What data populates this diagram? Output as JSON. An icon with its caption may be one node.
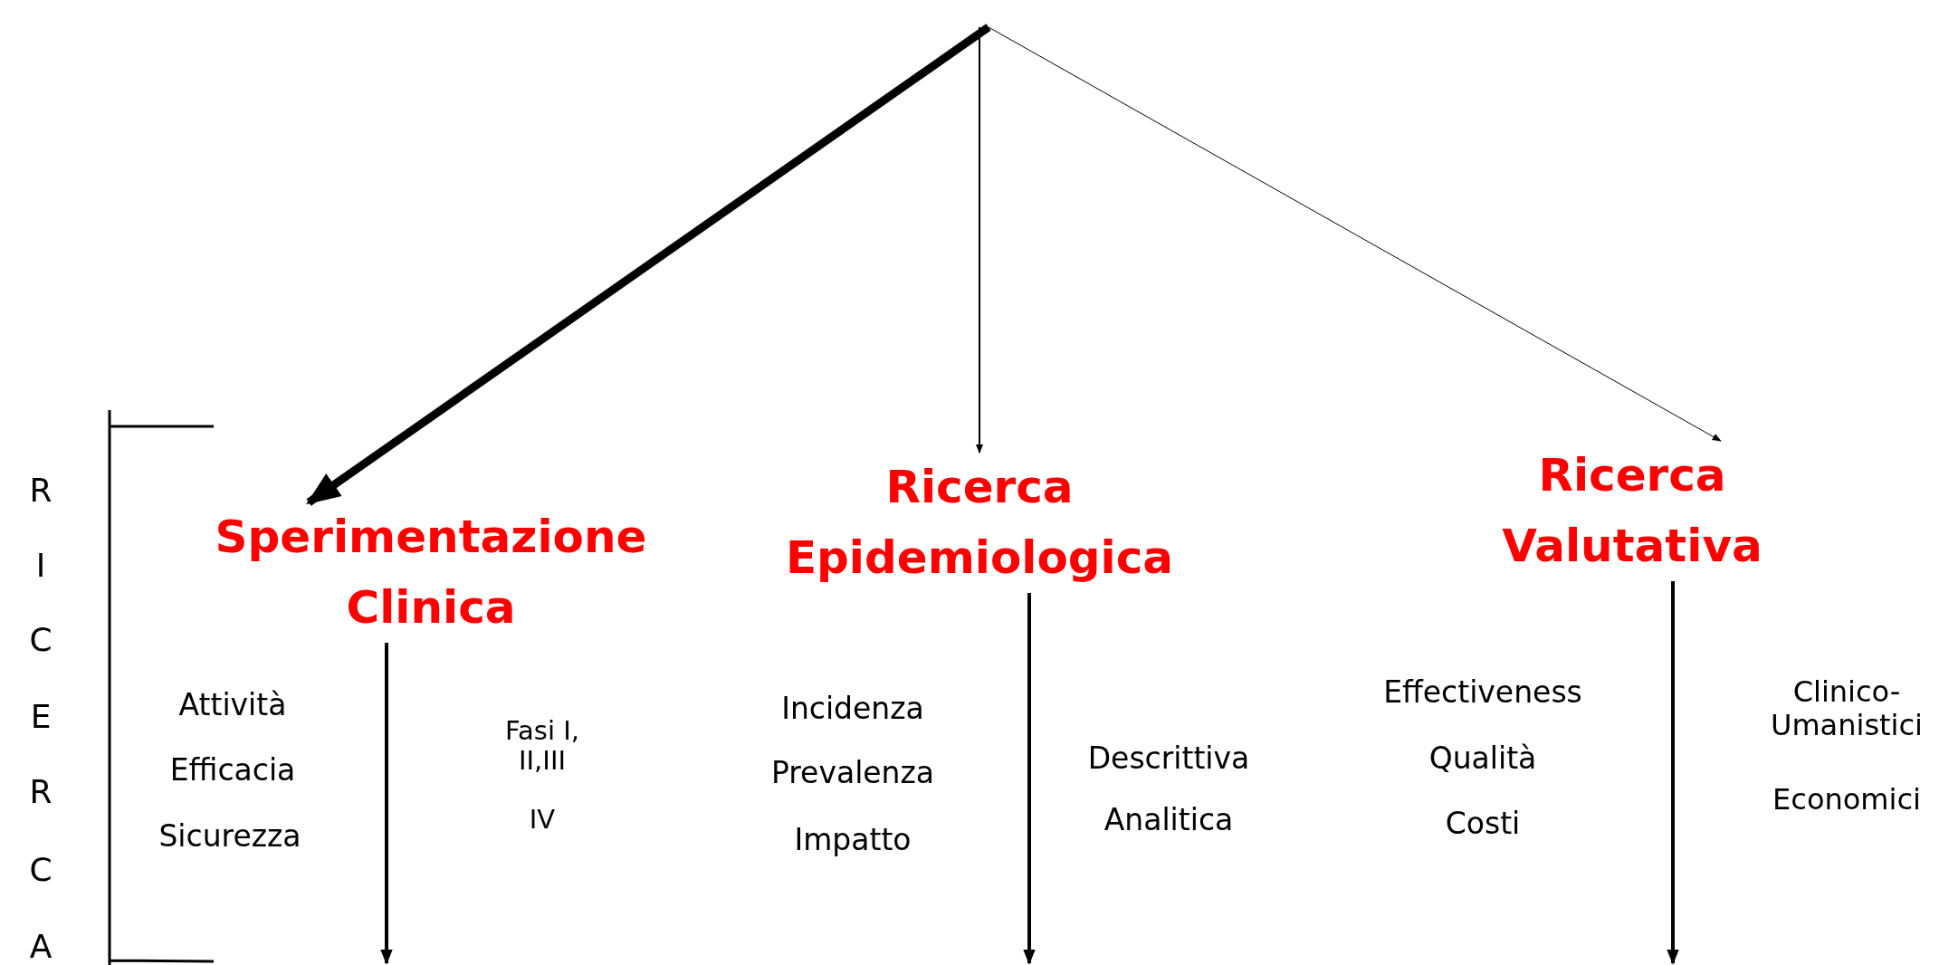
{
  "diagram": {
    "nodes": [
      {
        "text": [
          "Sperimentazione Clinica"
        ]
      },
      {
        "text": [
          "Ricerca Epidemiologica"
        ]
      },
      {
        "text": [
          "Ricerca Valutativa"
        ]
      }
    ],
    "edges": [
      {
        "from": null,
        "to": 0,
        "arrow": "to",
        "style": "thick"
      },
      {
        "from": null,
        "to": 1,
        "arrow": "to"
      },
      {
        "from": null,
        "to": 2,
        "arrow": "to"
      },
      {
        "from": 0,
        "to": null,
        "arrow": "to"
      },
      {
        "from": 1,
        "to": null,
        "arrow": "to"
      },
      {
        "from": 2,
        "to": null,
        "arrow": "to"
      }
    ],
    "labels": [
      "R",
      "I",
      "C",
      "E",
      "R",
      "C",
      "A",
      "Attività",
      "Efficacia",
      "Sicurezza",
      "Fasi I, II,III",
      "IV",
      "Incidenza",
      "Prevalenza",
      "Impatto",
      "Descrittiva",
      "Analitica",
      "Effectiveness",
      "Qualità",
      "Costi",
      "Clinico- Umanistici",
      "Economici"
    ]
  }
}
